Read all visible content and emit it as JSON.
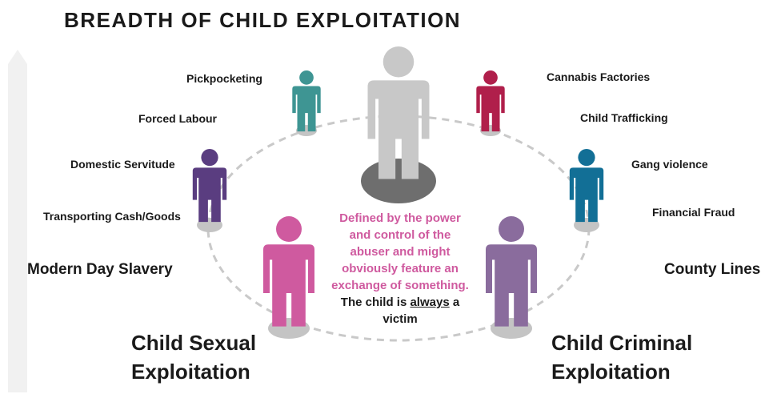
{
  "title": "BREADTH OF CHILD EXPLOITATION",
  "left_labels": {
    "pickpocketing": "Pickpocketing",
    "forced_labour": "Forced Labour",
    "domestic_servitude": "Domestic Servitude",
    "transporting": "Transporting Cash/Goods"
  },
  "right_labels": {
    "cannabis": "Cannabis Factories",
    "trafficking": "Child Trafficking",
    "gang": "Gang violence",
    "fraud": "Financial Fraud"
  },
  "categories": {
    "modern_slavery": "Modern Day Slavery",
    "county_lines": "County Lines"
  },
  "main": {
    "cse_line1": "Child Sexual",
    "cse_line2": "Exploitation",
    "cce_line1": "Child Criminal",
    "cce_line2": "Exploitation"
  },
  "center_text": {
    "line1": "Defined by the power",
    "line2": "and control of the",
    "line3": "abuser and might",
    "line4": "obviously feature an",
    "line5": "exchange of something.",
    "line6_pre": "The child is ",
    "line6_em": "always",
    "line6_post": " a",
    "line7": "victim"
  },
  "colors": {
    "abuser": "#c8c8c8",
    "abuser_base": "#6e6e6e",
    "teal": "#3e9593",
    "crimson": "#b01f4b",
    "purple": "#5a3d80",
    "blue": "#126f96",
    "pink": "#cf5a9f",
    "mauve": "#8a6c9d",
    "disc": "#c4c4c4",
    "ring": "#c9c9c9"
  },
  "icons": [
    "person-icon"
  ]
}
